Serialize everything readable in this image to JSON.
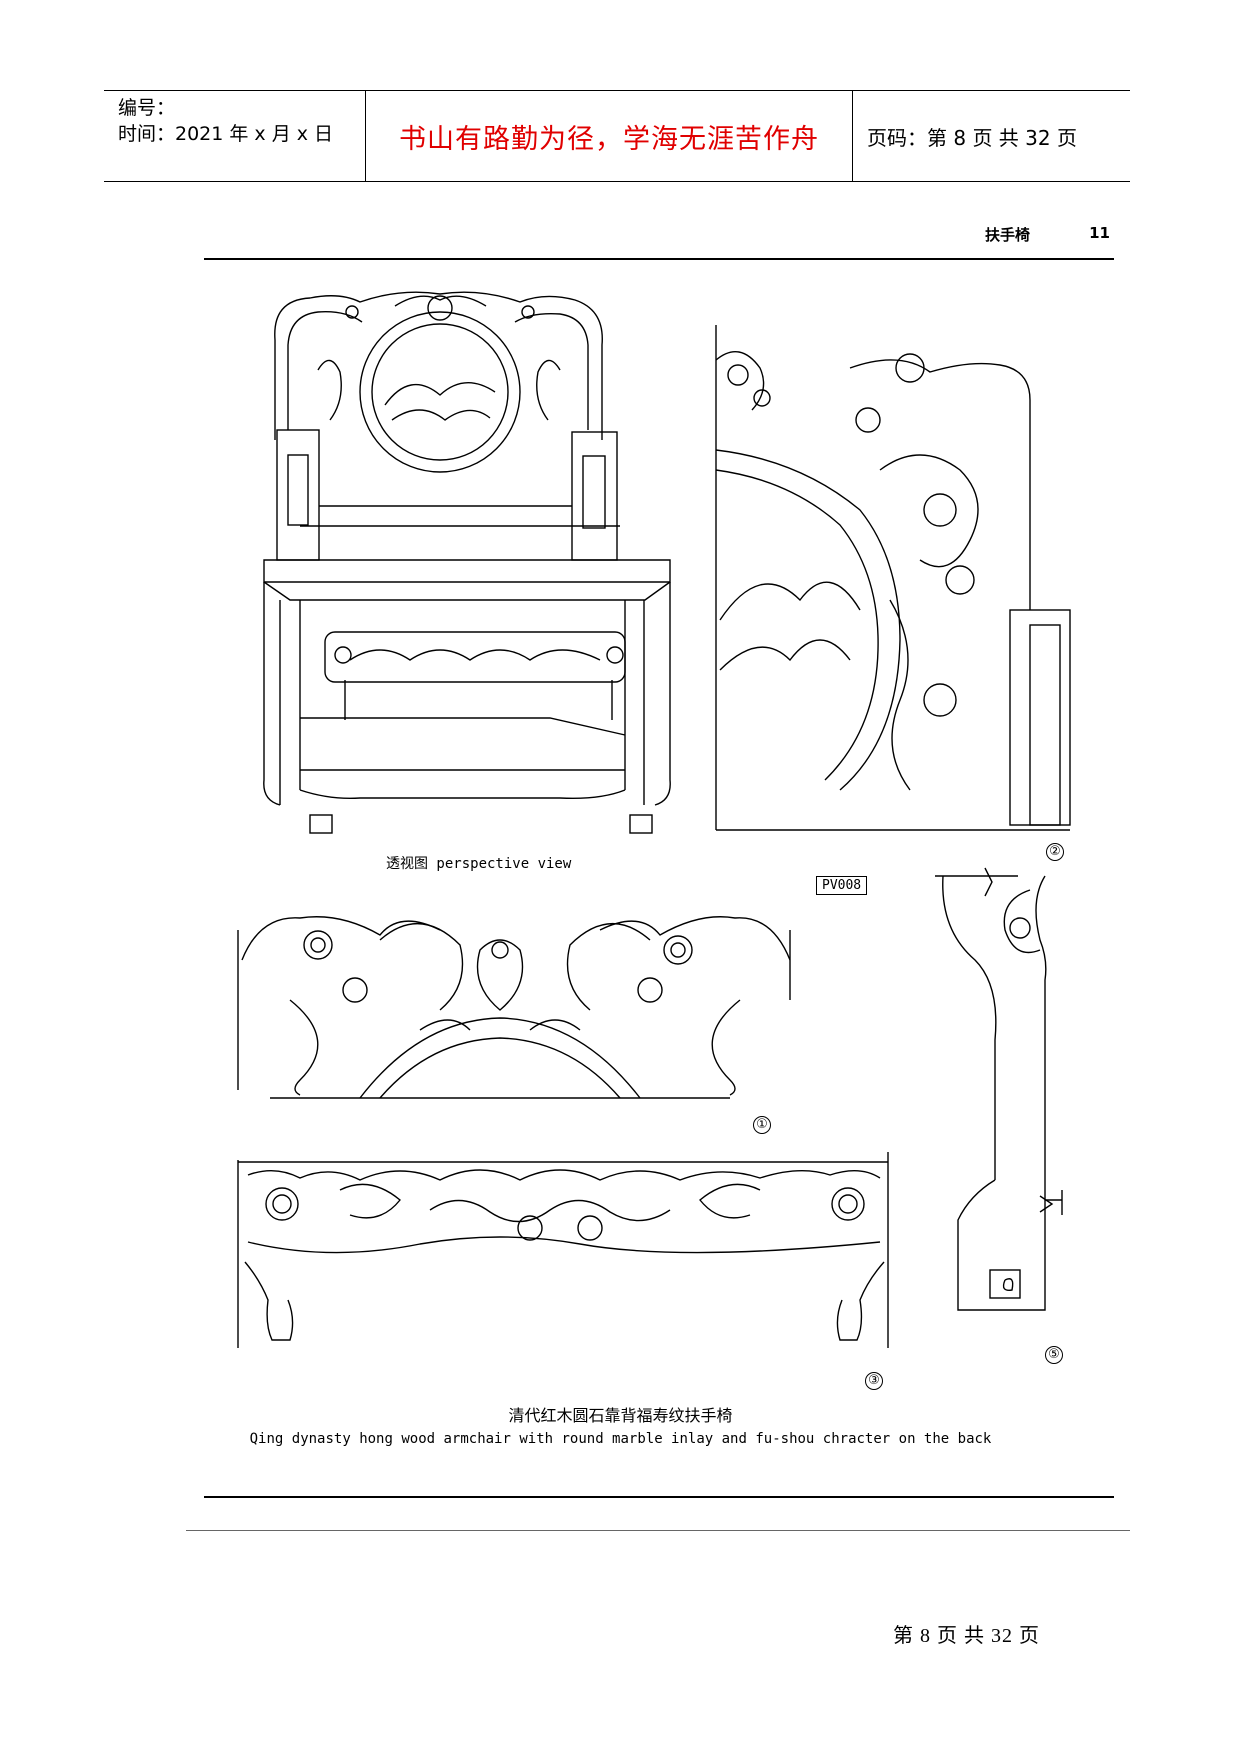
{
  "header": {
    "doc_no_label": "编号：",
    "time_label": "时间：2021 年 x 月 x 日",
    "motto": "书山有路勤为径，学海无涯苦作舟",
    "page_code": "页码：第 8 页  共 32 页"
  },
  "book_header": {
    "section": "扶手椅",
    "page": "11"
  },
  "figures": {
    "perspective_caption": "透视图 perspective view",
    "code": "PV008",
    "detail_numbers": [
      "①",
      "②",
      "③",
      "⑤"
    ]
  },
  "title": {
    "cn": "清代红木圆石靠背福寿纹扶手椅",
    "en": "Qing dynasty hong wood armchair with round marble inlay and fu-shou chracter on the back"
  },
  "footer": {
    "page_text": "第 8 页 共 32 页"
  }
}
